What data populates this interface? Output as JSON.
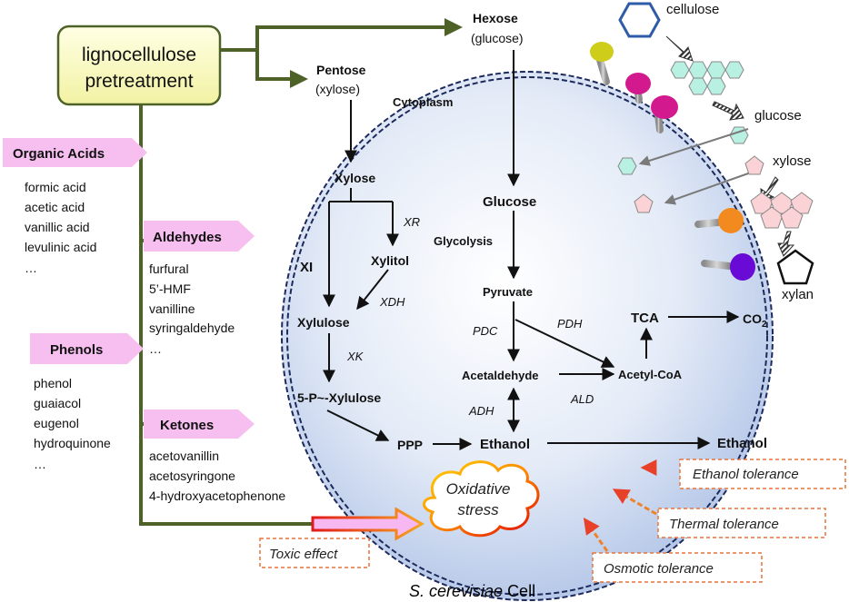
{
  "pretreatment": {
    "label_line1": "lignocellulose",
    "label_line2": "pretreatment"
  },
  "sugars": {
    "hexose": {
      "title": "Hexose",
      "sub": "(glucose)"
    },
    "pentose": {
      "title": "Pentose",
      "sub": "(xylose)"
    }
  },
  "cell": {
    "compartment": "Cytoplasm",
    "caption_species": "S. cerevisiae",
    "caption_suffix": "Cell"
  },
  "inhibitors": [
    {
      "category": "Organic Acids",
      "items": [
        "formic acid",
        "acetic acid",
        "vanillic acid",
        "levulinic acid",
        "…"
      ]
    },
    {
      "category": "Aldehydes",
      "items": [
        "furfural",
        "5’-HMF",
        "vanilline",
        "syringaldehyde",
        "…"
      ]
    },
    {
      "category": "Phenols",
      "items": [
        "phenol",
        "guaiacol",
        "eugenol",
        "hydroquinone",
        "…"
      ]
    },
    {
      "category": "Ketones",
      "items": [
        "acetovanillin",
        "acetosyringone",
        "4-hydroxyacetophenone"
      ]
    }
  ],
  "pathway": {
    "xylose": "Xylose",
    "xi": "XI",
    "xr": "XR",
    "xylitol": "Xylitol",
    "xdh": "XDH",
    "xylulose": "Xylulose",
    "xk": "XK",
    "xylulose5p": "5-P~-Xylulose",
    "ppp": "PPP",
    "glucose": "Glucose",
    "glycolysis": "Glycolysis",
    "pyruvate": "Pyruvate",
    "pdc": "PDC",
    "pdh": "PDH",
    "acetaldehyde": "Acetaldehyde",
    "acetylcoa": "Acetyl-CoA",
    "tca": "TCA",
    "co2": "CO",
    "co2_sub": "2",
    "adh": "ADH",
    "ald": "ALD",
    "ethanol_in": "Ethanol",
    "ethanol_out": "Ethanol"
  },
  "stress": {
    "line1": "Oxidative",
    "line2": "stress"
  },
  "toxic_effect": "Toxic effect",
  "tolerances": [
    "Ethanol tolerance",
    "Thermal tolerance",
    "Osmotic tolerance"
  ],
  "polymers": {
    "cellulose": "cellulose",
    "glucose": "glucose",
    "xylose": "xylose",
    "xylan": "xylan"
  },
  "colors": {
    "arrow_green": "#4e6228",
    "pretreatment_fill": "#fbfbc0",
    "category_tag": "#f6bff0",
    "cell_border": "#1c2a5c",
    "tolerance_border": "#e8743a"
  }
}
